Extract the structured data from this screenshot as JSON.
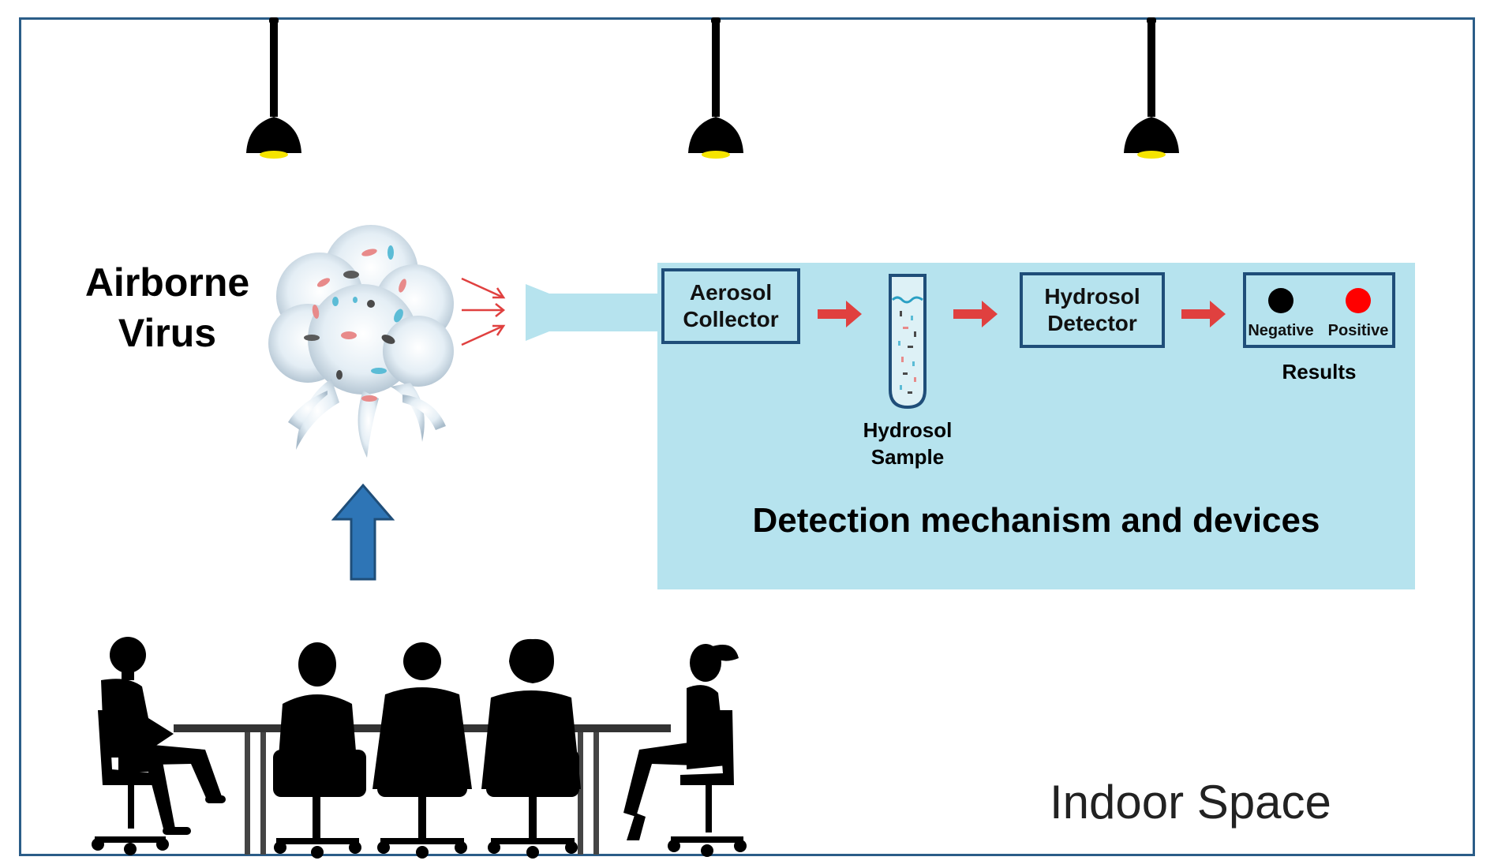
{
  "virus_label": [
    "Airborne",
    "Virus"
  ],
  "panel": {
    "title": "Detection mechanism and devices",
    "aerosol_collector": [
      "Aerosol",
      "Collector"
    ],
    "hydrosol_sample": [
      "Hydrosol",
      "Sample"
    ],
    "hydrosol_detector": [
      "Hydrosol",
      "Detector"
    ],
    "results": {
      "negative": "Negative",
      "positive": "Positive",
      "caption": "Results"
    }
  },
  "room_label": "Indoor Space",
  "colors": {
    "frame": "#2b5d88",
    "panel": "#b6e3ee",
    "box_border": "#1f4e79",
    "arrow_red": "#e0403f",
    "arrow_blue": "#2e75b6",
    "positive_dot": "#ff0000",
    "negative_dot": "#000000",
    "lamp_bulb": "#f5e400"
  }
}
